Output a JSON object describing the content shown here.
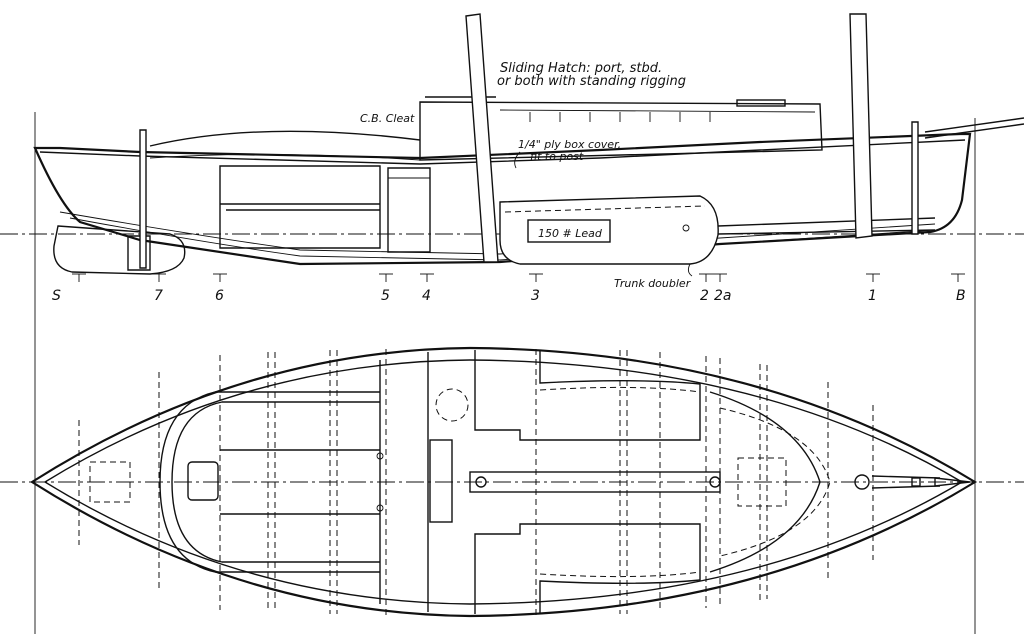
{
  "annotations": {
    "sliding_hatch_line1": "Sliding Hatch: port, stbd.",
    "sliding_hatch_line2": "or both with standing rigging",
    "cb_cleat": "C.B. Cleat",
    "box_cover_line1": "1/4\" ply box cover,",
    "box_cover_line2": "fit to post",
    "lead": "150 # Lead",
    "trunk_doubler": "Trunk doubler"
  },
  "stations": [
    {
      "id": "station-s",
      "label": "S"
    },
    {
      "id": "station-7",
      "label": "7"
    },
    {
      "id": "station-6",
      "label": "6"
    },
    {
      "id": "station-5",
      "label": "5"
    },
    {
      "id": "station-4",
      "label": "4"
    },
    {
      "id": "station-3",
      "label": "3"
    },
    {
      "id": "station-2",
      "label": "2"
    },
    {
      "id": "station-2a",
      "label": "2a"
    },
    {
      "id": "station-1",
      "label": "1"
    },
    {
      "id": "station-b",
      "label": "B"
    }
  ],
  "colors": {
    "ink": "#111111",
    "paper": "#ffffff"
  }
}
